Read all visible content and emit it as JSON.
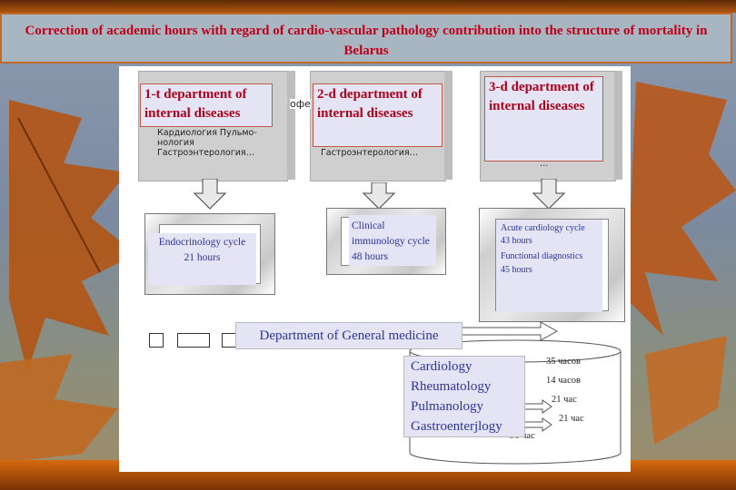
{
  "title": "Correction of academic hours with regard of cardio-vascular pathology contribution into the structure of mortality in Belarus",
  "departments": [
    {
      "label": "1-t department of internal diseases"
    },
    {
      "label": "2-d department of internal diseases"
    },
    {
      "label": "3-d department of internal diseases"
    }
  ],
  "background_text": {
    "dept1_sub": "Кардиология Пульмо-нология Гастроэнтерология…",
    "dept2_sub": "Гастроэнтерология…",
    "dept3_sub": "…",
    "top_fragment": "офе"
  },
  "cycles": {
    "c1": {
      "title": "Endocrinology cycle",
      "hours": "21 hours"
    },
    "c2": {
      "title": "Clinical immunology cycle 48 hours"
    },
    "c3": {
      "title": "Acute cardiology cycle",
      "hours": "43 hours",
      "title2": "Functional diagnostics",
      "hours2": "45 hours"
    }
  },
  "general_medicine": "Department of General medicine",
  "disciplines": [
    "Cardiology",
    "Rheumatology",
    "Pulmanology",
    "Gastroenterjlogy"
  ],
  "hours_list": [
    "35 часов",
    "14 часов",
    "21 час",
    "21 час",
    "91 час"
  ],
  "colors": {
    "title_text": "#c0001a",
    "dept_text": "#b0001a",
    "cycle_text": "#2a35a0"
  }
}
